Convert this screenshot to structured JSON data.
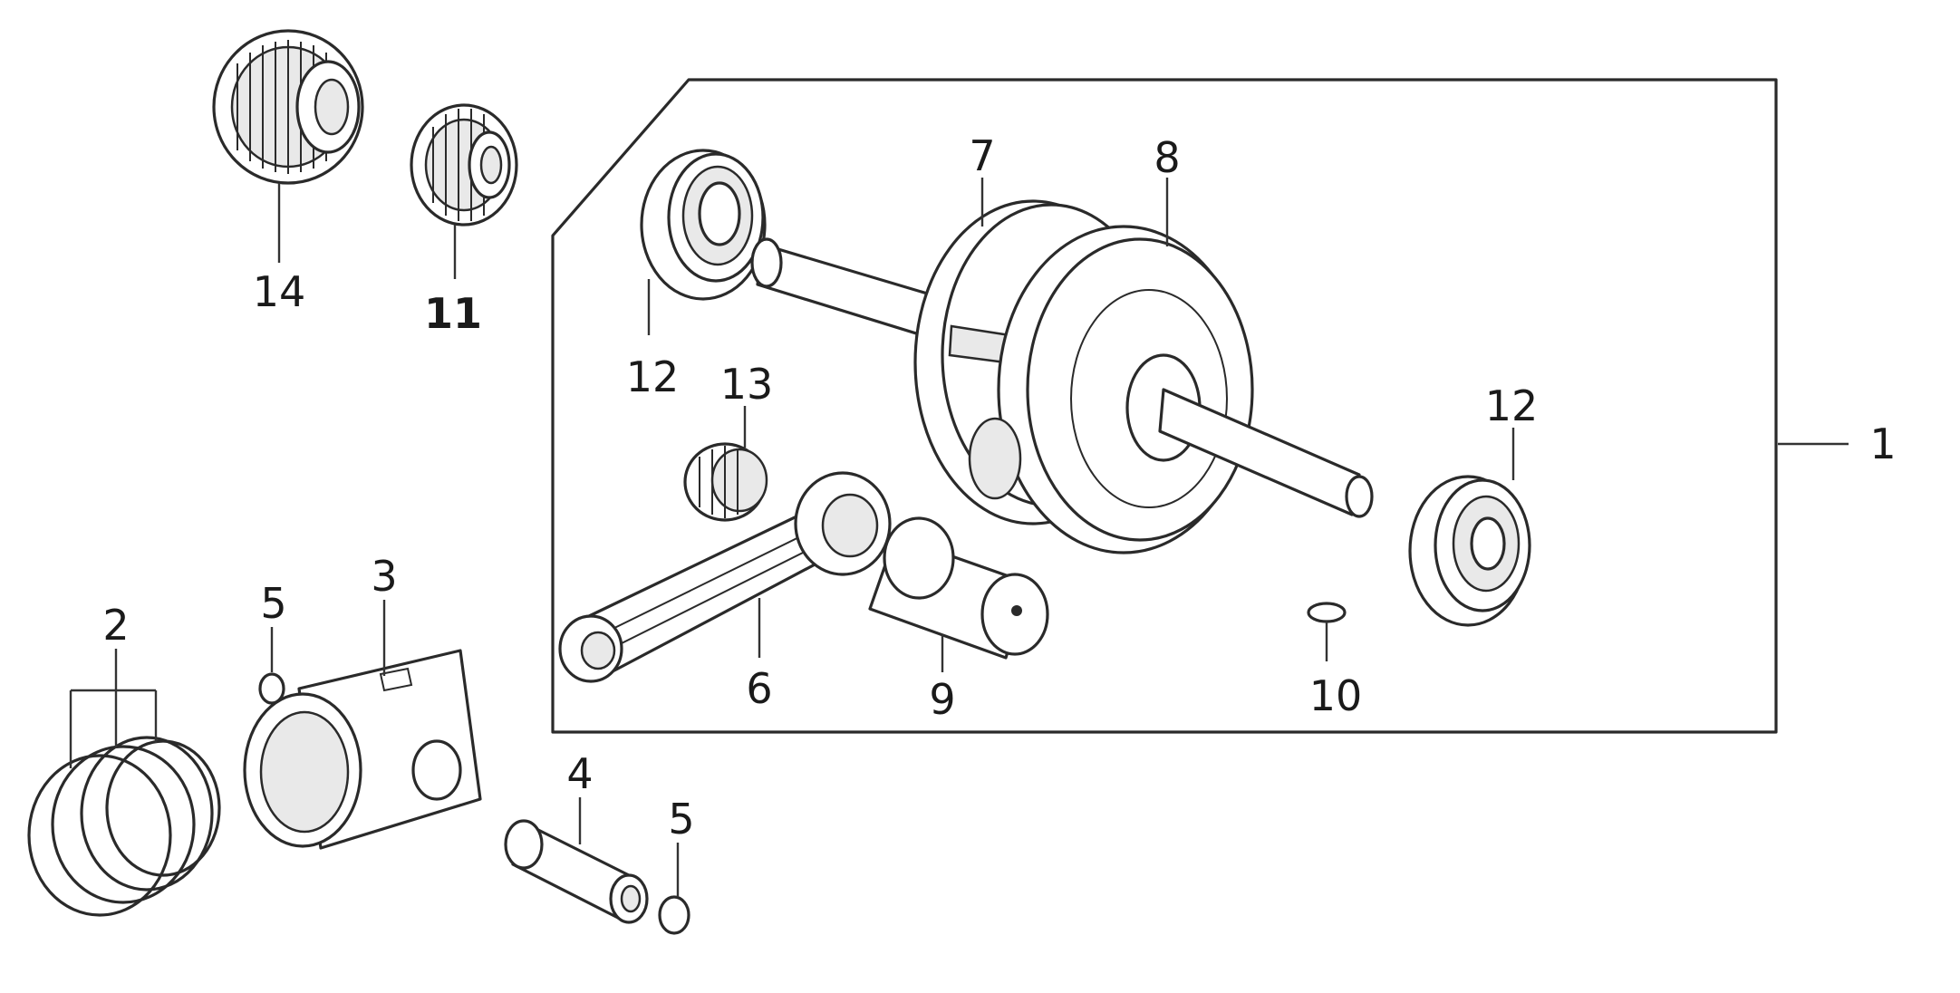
{
  "diagram": {
    "callouts": {
      "c1": "1",
      "c2": "2",
      "c3": "3",
      "c4": "4",
      "c5a": "5",
      "c5b": "5",
      "c6": "6",
      "c7": "7",
      "c8": "8",
      "c9": "9",
      "c10": "10",
      "c11": "11",
      "c12a": "12",
      "c12b": "12",
      "c13": "13",
      "c14": "14"
    }
  }
}
